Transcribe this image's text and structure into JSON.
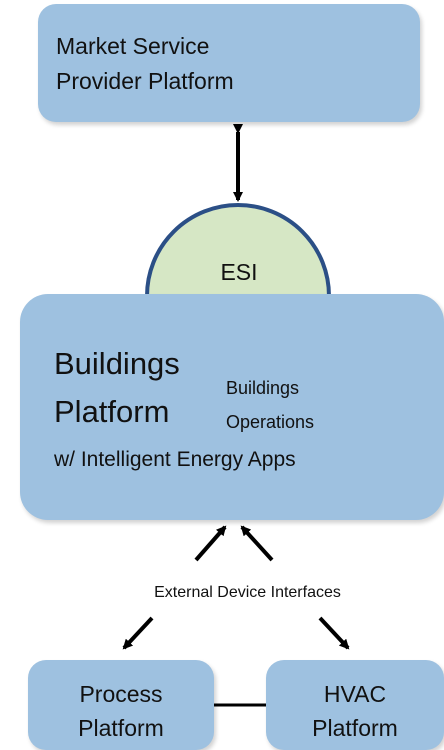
{
  "nodes": {
    "market": {
      "line1": "Market Service",
      "line2": "Provider Platform",
      "icon": "person-icon"
    },
    "esi": {
      "label": "ESI"
    },
    "buildings": {
      "title_line1": "Buildings",
      "title_line2": "Platform",
      "subtitle": "w/ Intelligent Energy Apps",
      "ops_line1": "Buildings",
      "ops_line2": "Operations",
      "icon": "person-icon"
    },
    "process": {
      "line1": "Process",
      "line2": "Platform"
    },
    "hvac": {
      "line1": "HVAC",
      "line2": "Platform"
    }
  },
  "connector_label": "External Device Interfaces",
  "colors": {
    "box_fill": "#9ec1e0",
    "esi_fill": "#d6e7c5",
    "esi_stroke": "#2b4f86",
    "arrow": "#000000"
  }
}
